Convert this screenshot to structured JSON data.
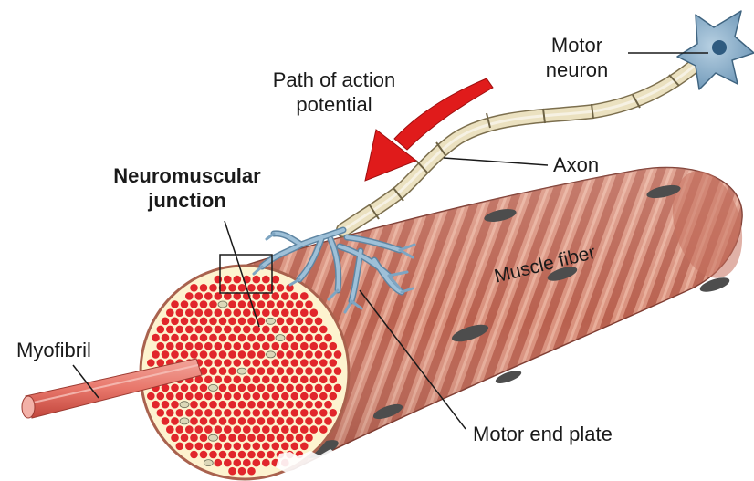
{
  "labels": {
    "motor_neuron": [
      "Motor",
      "neuron"
    ],
    "path_of_action_potential": [
      "Path of action",
      "potential"
    ],
    "axon": "Axon",
    "neuromuscular_junction": [
      "Neuromuscular",
      "junction"
    ],
    "muscle_fiber": "Muscle fiber",
    "myofibril": "Myofibril",
    "motor_end_plate": "Motor end plate"
  },
  "colors": {
    "muscle_dark": "#b5574a",
    "muscle_light": "#de9b86",
    "cross_section_fill": "#fdf3cf",
    "myofibril_dot": "#e1262b",
    "axon_sheath": "#e9dfbd",
    "neuron_body": "#8fb4cf",
    "terminal_branch": "#8fb3cd",
    "arrow": "#e01b1b",
    "nucleus": "#4d4d4d"
  }
}
